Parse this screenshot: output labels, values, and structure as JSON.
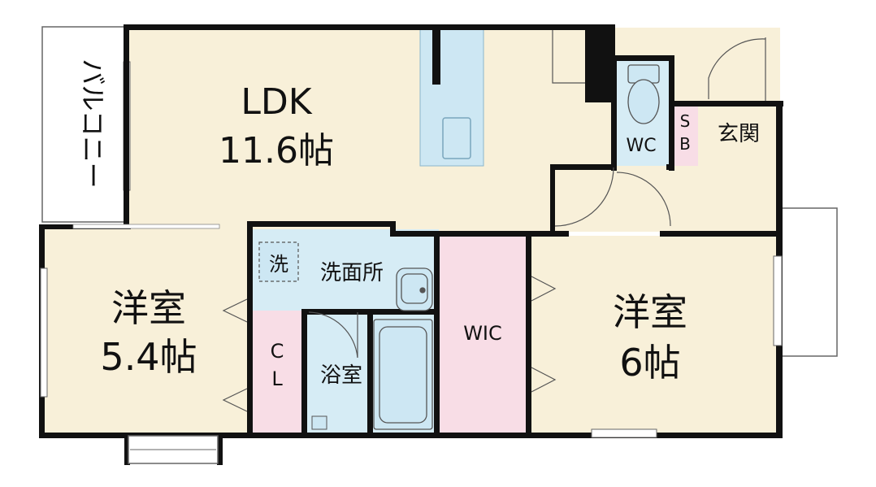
{
  "rooms": {
    "ldk": {
      "name": "LDK",
      "size": "11.6帖",
      "color": "#f8f0d9"
    },
    "western_left": {
      "name": "洋室",
      "size": "5.4帖",
      "color": "#f8f0d9"
    },
    "western_right": {
      "name": "洋室",
      "size": "6帖",
      "color": "#f8f0d9"
    },
    "balcony": {
      "name": "バルコニー"
    },
    "wc": {
      "name": "WC",
      "color": "#d6ecf5"
    },
    "sb": {
      "name_top": "S",
      "name_bottom": "B",
      "color": "#f8dde6"
    },
    "entrance": {
      "name": "玄関",
      "color": "#f8f0d9"
    },
    "washroom": {
      "name": "洗面所",
      "color": "#d6ecf5"
    },
    "washer": {
      "name": "洗"
    },
    "bath": {
      "name": "浴室",
      "color": "#d6ecf5"
    },
    "closet": {
      "name_top": "C",
      "name_bottom": "L",
      "color": "#f8dde6"
    },
    "wic": {
      "name": "WIC",
      "color": "#f8dde6"
    }
  }
}
